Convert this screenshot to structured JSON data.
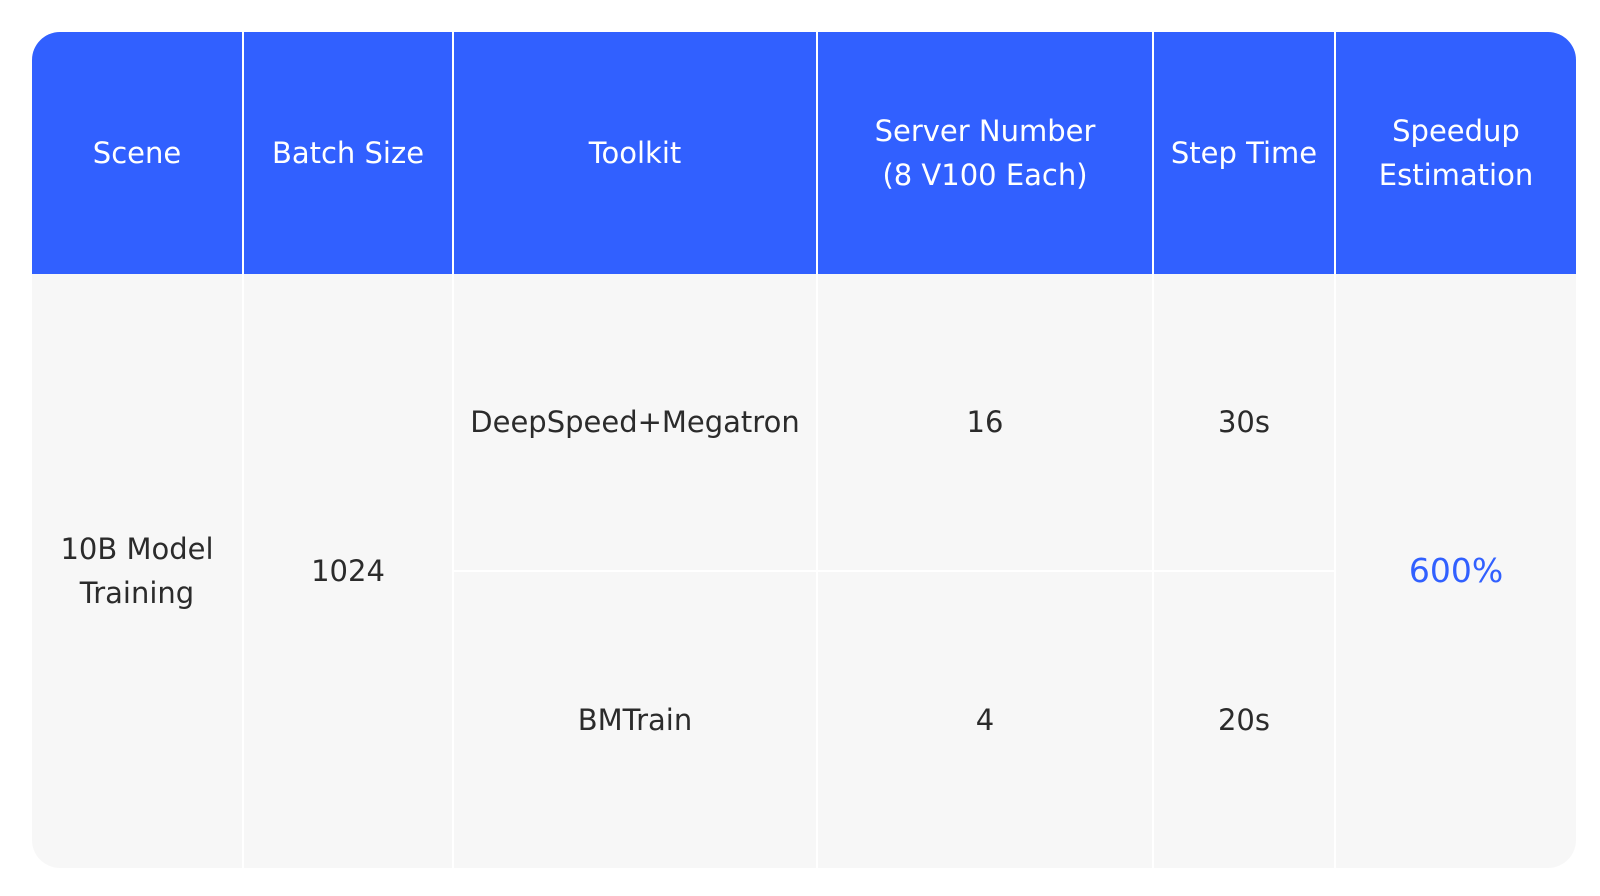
{
  "table": {
    "headers": {
      "scene": "Scene",
      "batch_size": "Batch Size",
      "toolkit": "Toolkit",
      "server_number_line1": "Server Number",
      "server_number_line2": "(8 V100 Each)",
      "step_time": "Step Time",
      "speedup_line1": "Speedup",
      "speedup_line2": "Estimation"
    },
    "scene_line1": "10B Model",
    "scene_line2": "Training",
    "batch_size": "1024",
    "speedup": "600%",
    "rows": [
      {
        "toolkit": "DeepSpeed+Megatron",
        "servers": "16",
        "step_time": "30s"
      },
      {
        "toolkit": "BMTrain",
        "servers": "4",
        "step_time": "20s"
      }
    ]
  },
  "colors": {
    "header_bg": "#3160ff",
    "body_bg": "#f7f7f7",
    "accent": "#3160ff",
    "text": "#2b2b2b"
  }
}
